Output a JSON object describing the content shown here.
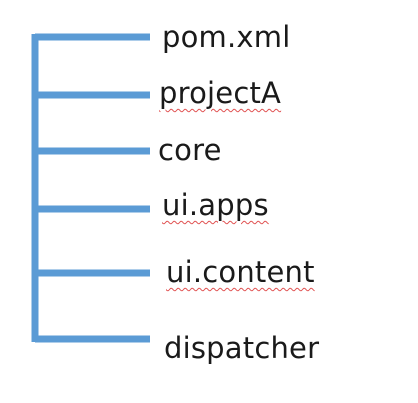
{
  "tree": {
    "line_color": "#5b9bd5",
    "items": [
      {
        "label": "pom.xml",
        "spell_underline": false
      },
      {
        "label": "projectA",
        "spell_underline": true
      },
      {
        "label": "core",
        "spell_underline": false
      },
      {
        "label": "ui.apps",
        "spell_underline": true
      },
      {
        "label": "ui.content",
        "spell_underline": true
      },
      {
        "label": "dispatcher",
        "spell_underline": false
      }
    ]
  }
}
